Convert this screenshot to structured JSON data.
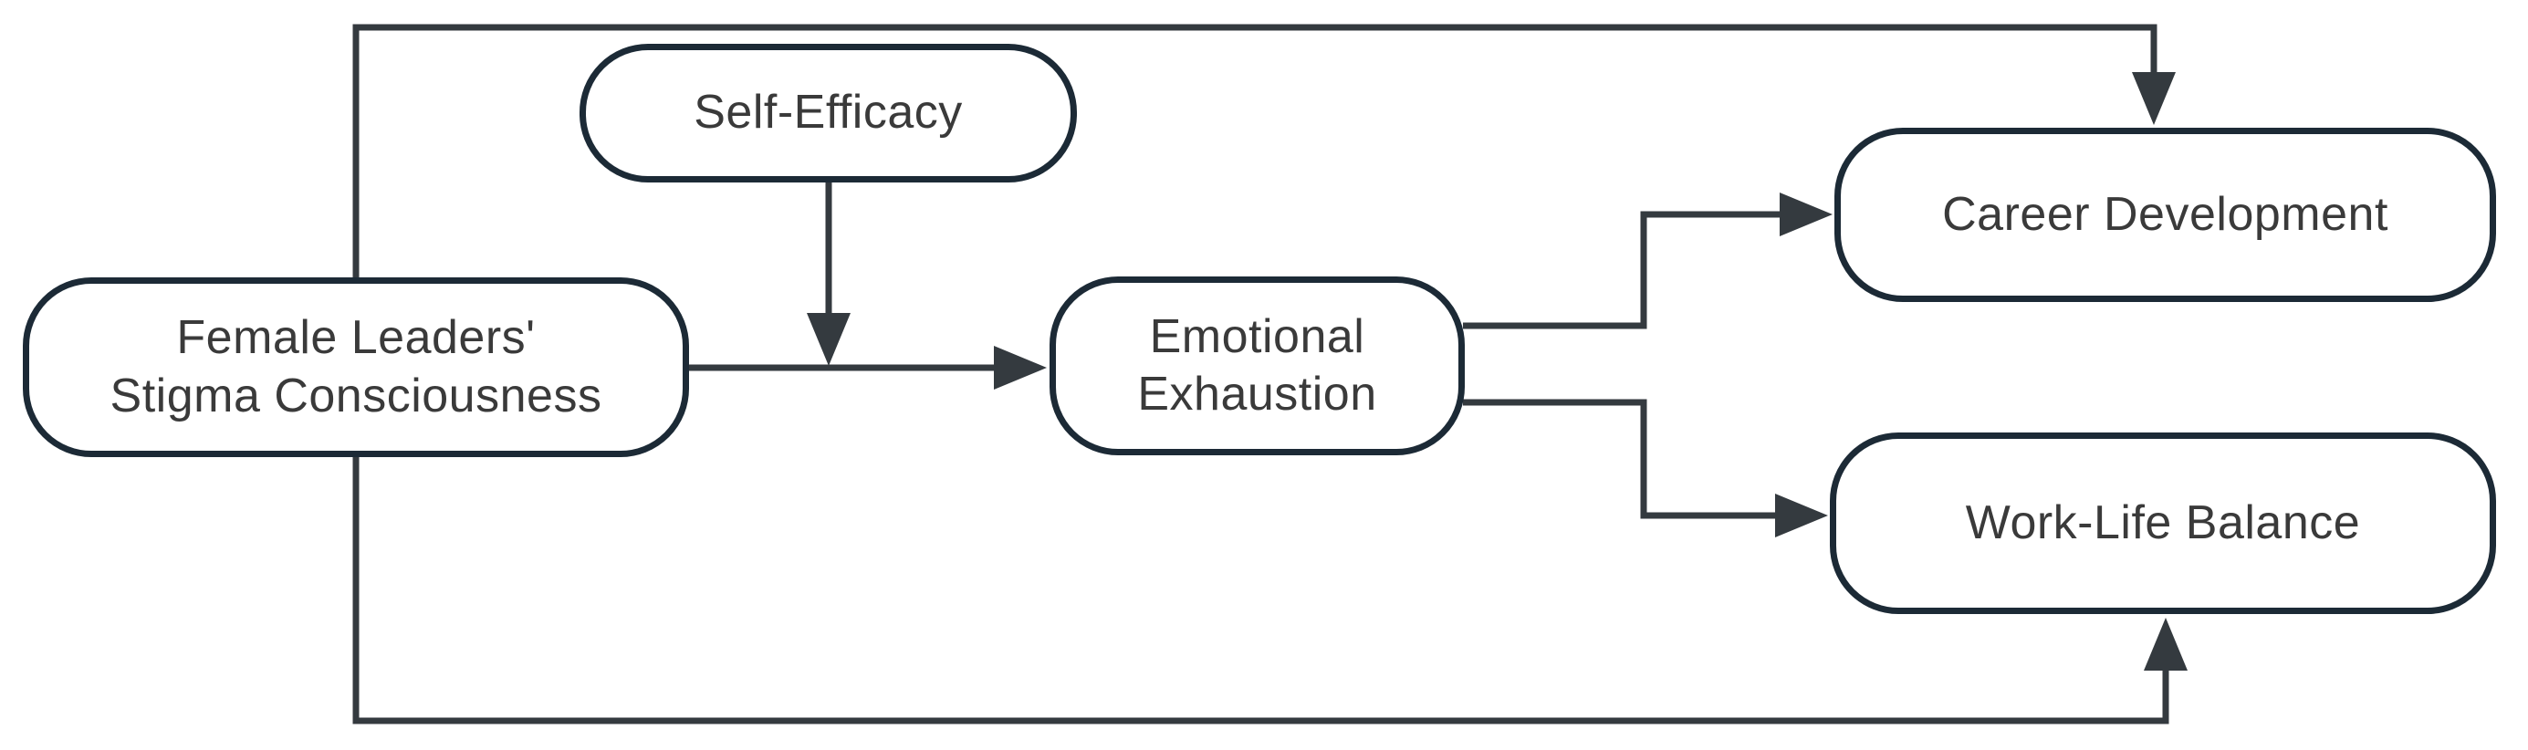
{
  "diagram": {
    "type": "conceptual-model-flowchart",
    "nodes": [
      {
        "id": "self-efficacy",
        "lines": [
          "Self-Efficacy"
        ]
      },
      {
        "id": "female-stigma",
        "lines": [
          "Female Leaders'",
          "Stigma Consciousness"
        ]
      },
      {
        "id": "emotional-exhaustion",
        "lines": [
          "Emotional",
          "Exhaustion"
        ]
      },
      {
        "id": "career-development",
        "lines": [
          "Career Development"
        ]
      },
      {
        "id": "work-life-balance",
        "lines": [
          "Work-Life Balance"
        ]
      }
    ],
    "edges": [
      {
        "from": "female-stigma",
        "to": "career-development",
        "route": "top elbow path",
        "arrow": "down into top edge"
      },
      {
        "from": "female-stigma",
        "to": "work-life-balance",
        "route": "bottom elbow path",
        "arrow": "up into bottom edge"
      },
      {
        "from": "female-stigma",
        "to": "emotional-exhaustion",
        "route": "straight right",
        "arrow": "right into left edge"
      },
      {
        "from": "self-efficacy",
        "to": "link female-stigma → emotional-exhaustion",
        "route": "straight down",
        "arrow": "down onto connecting line (moderation)"
      },
      {
        "from": "emotional-exhaustion",
        "to": "career-development",
        "route": "right-up-right elbow",
        "arrow": "right into left edge"
      },
      {
        "from": "emotional-exhaustion",
        "to": "work-life-balance",
        "route": "right-down-right elbow",
        "arrow": "right into left edge"
      }
    ],
    "colors": {
      "node_border": "#1c2a36",
      "node_fill": "#ffffff",
      "connector": "#343a3f",
      "text": "#3a3a3a",
      "background": "#ffffff"
    }
  }
}
